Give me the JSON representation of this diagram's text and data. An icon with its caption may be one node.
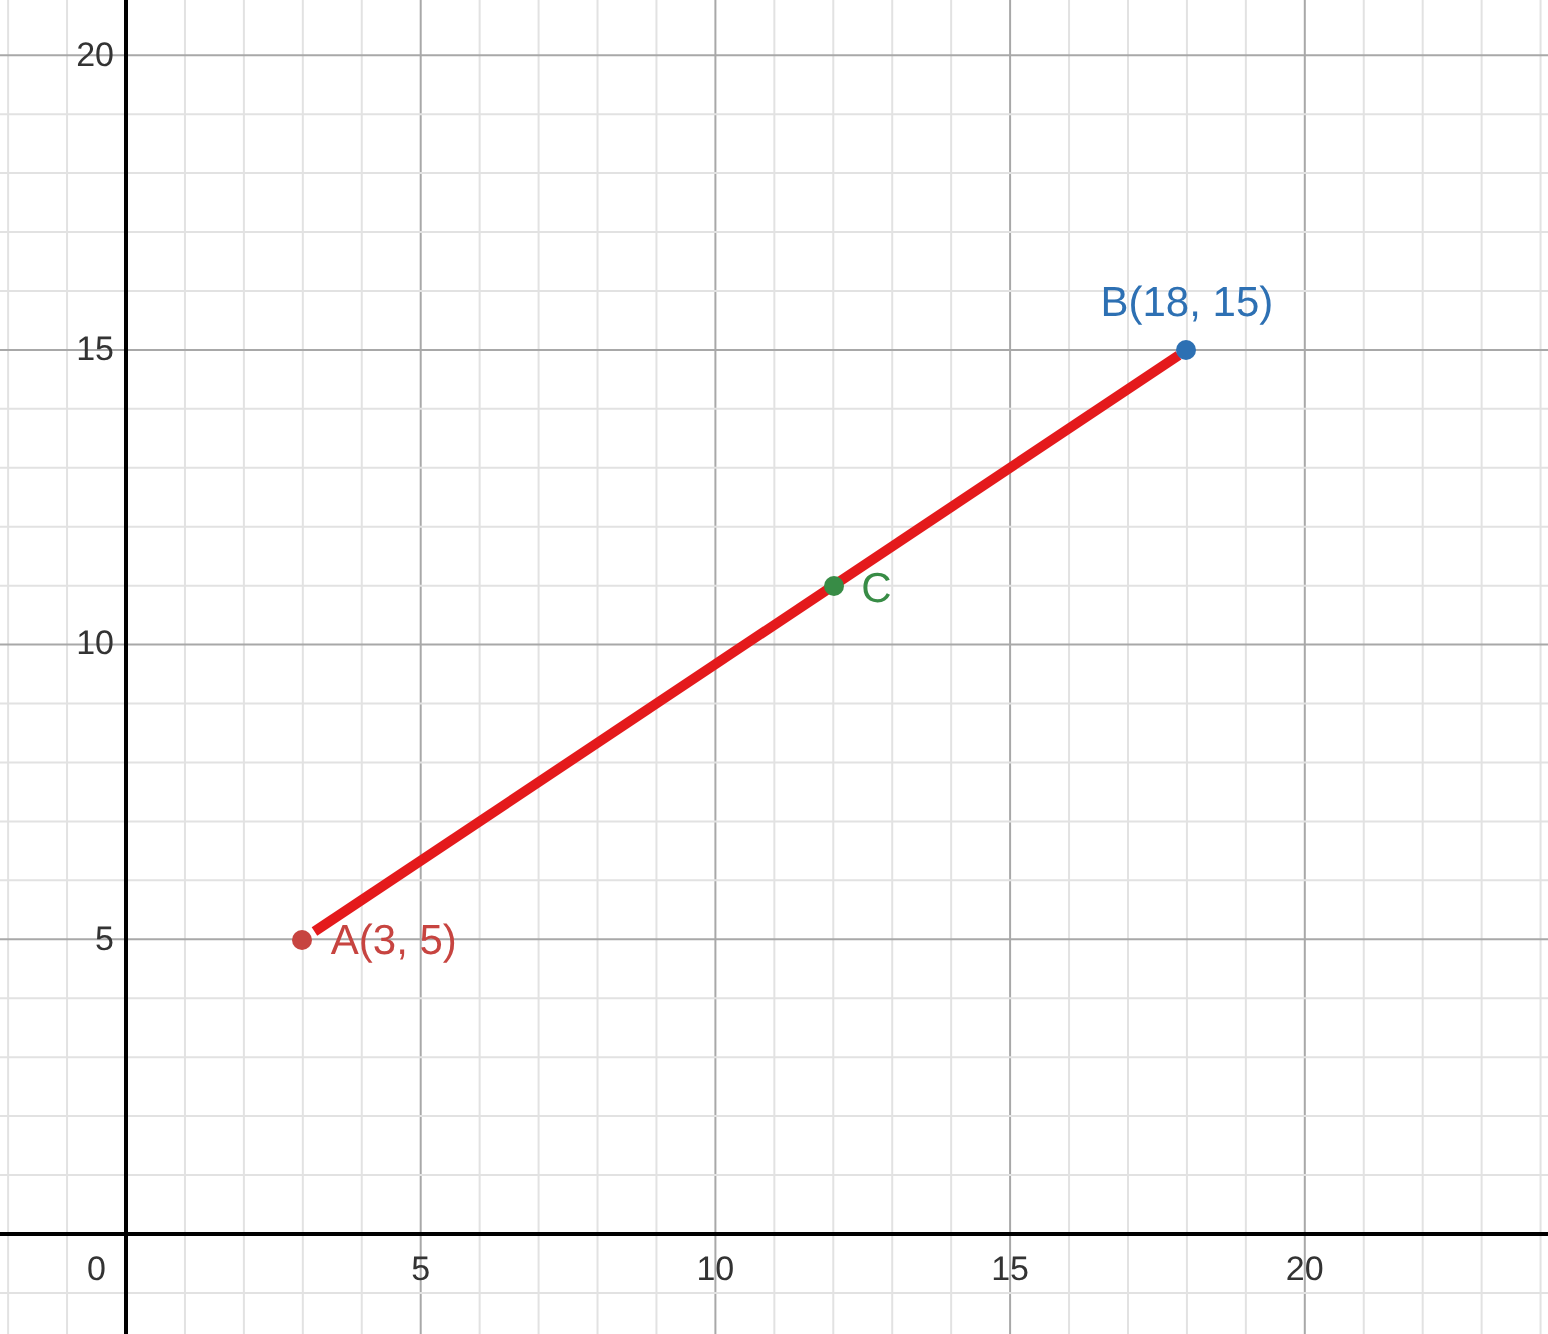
{
  "diagram": {
    "nodes": [
      {
        "text": [],
        "shape": "circle",
        "beside": [
          "A(3, 5)"
        ]
      },
      {
        "text": [],
        "shape": "circle",
        "beside": [
          "B(18, 15)"
        ]
      },
      {
        "text": [],
        "shape": "circle",
        "beside": [
          "C"
        ]
      }
    ],
    "edges": [
      {
        "from": 0,
        "to": 1,
        "arrow": "none",
        "color": "#e41a1c"
      }
    ],
    "labels": [
      "20",
      "15",
      "10",
      "5",
      "0",
      "5",
      "10",
      "15",
      "20"
    ]
  }
}
